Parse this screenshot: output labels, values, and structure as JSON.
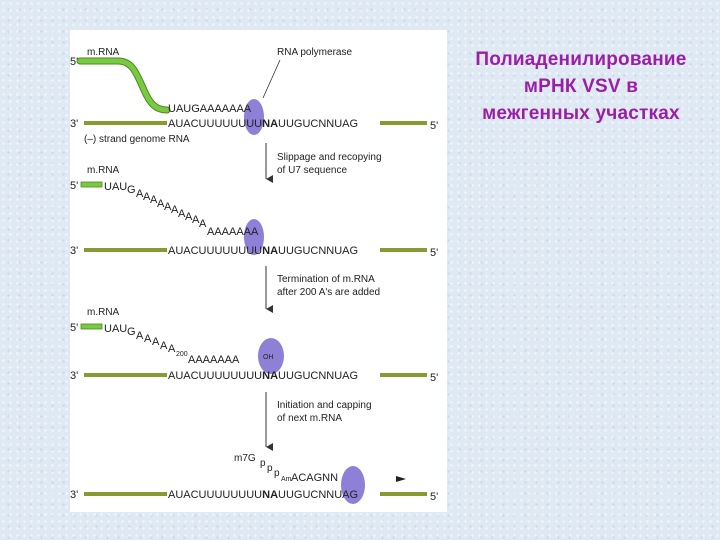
{
  "title": {
    "line1": "Полиаденилирование",
    "line2": "мРНК VSV в",
    "line3": "межгенных участках"
  },
  "diagram": {
    "prime5": "5'",
    "prime3": "3'",
    "label_mrna": "m.RNA",
    "label_rna_polymerase": "RNA polymerase",
    "label_strand": "(–) strand genome RNA",
    "template_before_na": "AUACUUUUUUUU",
    "template_na": "NA",
    "template_after_na": "UUGUCNNUAG",
    "s1": {
      "transcript": "UAUGAAAAAAA"
    },
    "step1": {
      "line1": "Slippage and recopying",
      "line2": "of U7 sequence"
    },
    "s2": {
      "transcript_start": "UAU",
      "g": "G",
      "stair_a": "A",
      "a_tail": "AAAAAAA"
    },
    "step2": {
      "line1": "Termination of m.RNA",
      "line2": "after 200 A's are added"
    },
    "s3": {
      "transcript_start": "UAU",
      "g": "G",
      "stair_a": "A",
      "superscript_200": "200",
      "a_tail": "AAAAAAA",
      "superscript_oh": "OH"
    },
    "step3": {
      "line1": "Initiation and capping",
      "line2": "of next m.RNA"
    },
    "s4": {
      "cap_m7g": "m7G",
      "cap_p": "p",
      "cap_am": "Am",
      "next_mrna": "ACAGNN"
    }
  },
  "colors": {
    "mrna_green": "#7ac943",
    "genome_olive": "#8a9a32",
    "polymerase_purple": "#8e80d6",
    "title_magenta": "#9b1ea8"
  }
}
